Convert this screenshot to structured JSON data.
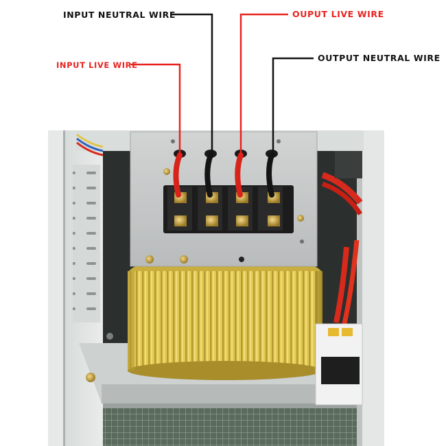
{
  "labels": {
    "input_neutral": "INPUT NEUTRAL WIRE",
    "output_live": "OUPUT LIVE WIRE",
    "input_live": "INPUT LIVE WIRE",
    "output_neutral": "OUTPUT NEUTRAL WIRE"
  },
  "colors": {
    "live": "#e8231f",
    "neutral": "#111111",
    "panel": "#c9cccd",
    "cabinet": "#dfe3e2",
    "coil": "#e0c64a",
    "coil_dark": "#9c8222",
    "terminal": "#1c1c1c",
    "brass": "#c8a23c",
    "wire_red": "#d82a1c"
  }
}
